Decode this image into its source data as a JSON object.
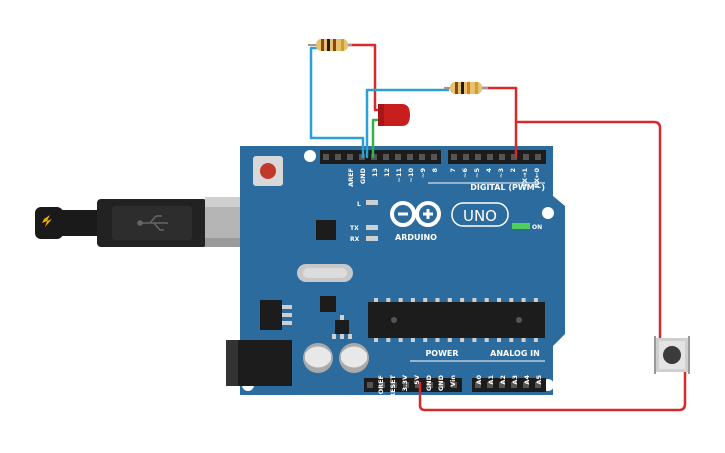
{
  "board": {
    "brand": "ARDUINO",
    "model": "UNO",
    "digital_header": "DIGITAL (PWM~)",
    "power_header": "POWER",
    "analog_header": "ANALOG IN",
    "led_l": "L",
    "led_tx": "TX",
    "led_rx": "RX",
    "led_on": "ON",
    "pin_aref": "AREF",
    "pin_gnd": "GND",
    "digital_pins": [
      "13",
      "12",
      "~11",
      "~10",
      "~9",
      "8",
      "7",
      "~6",
      "~5",
      "4",
      "~3",
      "2",
      "TX→1",
      "RX←0"
    ],
    "power_pins": [
      "IOREF",
      "RESET",
      "3.3V",
      "5V",
      "GND",
      "GND",
      "Vin"
    ],
    "analog_pins": [
      "A0",
      "A1",
      "A2",
      "A3",
      "A4",
      "A5"
    ]
  },
  "colors": {
    "board": "#2b6b9e",
    "board_dark": "#1f5886",
    "wire_red": "#d62a2a",
    "wire_blue": "#2aa0d6",
    "wire_green": "#33b24a",
    "led": "#c81e1e"
  },
  "components": [
    "resistor-1",
    "resistor-2",
    "red-led",
    "push-button",
    "usb-cable",
    "power-jack"
  ]
}
